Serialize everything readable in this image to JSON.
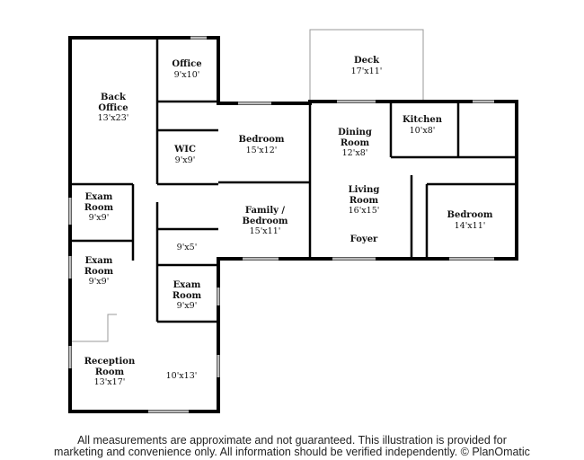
{
  "rooms": [
    {
      "name": "Office",
      "dim": "9'x10'"
    },
    {
      "name": "Back Office",
      "dim": "13'x23'"
    },
    {
      "name": "WIC",
      "dim": "9'x9'"
    },
    {
      "name": "Bedroom",
      "dim": "15'x12'"
    },
    {
      "name": "Deck",
      "dim": "17'x11'"
    },
    {
      "name": "Dining Room",
      "dim": "12'x8'"
    },
    {
      "name": "Kitchen",
      "dim": "10'x8'"
    },
    {
      "name": "Living Room",
      "dim": "16'x15'"
    },
    {
      "name": "Foyer",
      "dim": ""
    },
    {
      "name": "Bedroom",
      "dim": "14'x11'"
    },
    {
      "name": "Family / Bedroom",
      "dim": "15'x11'"
    },
    {
      "name": "Exam Room",
      "dim": "9'x9'"
    },
    {
      "name": "Exam Room",
      "dim": "9'x9'"
    },
    {
      "name": "",
      "dim": "9'x5'"
    },
    {
      "name": "Exam Room",
      "dim": "9'x9'"
    },
    {
      "name": "Reception Room",
      "dim": "13'x17'"
    },
    {
      "name": "",
      "dim": "10'x13'"
    }
  ],
  "footer": {
    "line1": "All measurements are approximate and not guaranteed. This illustration is provided for",
    "line2": "marketing and convenience only. All information should be verified independently. © PlanOmatic"
  }
}
